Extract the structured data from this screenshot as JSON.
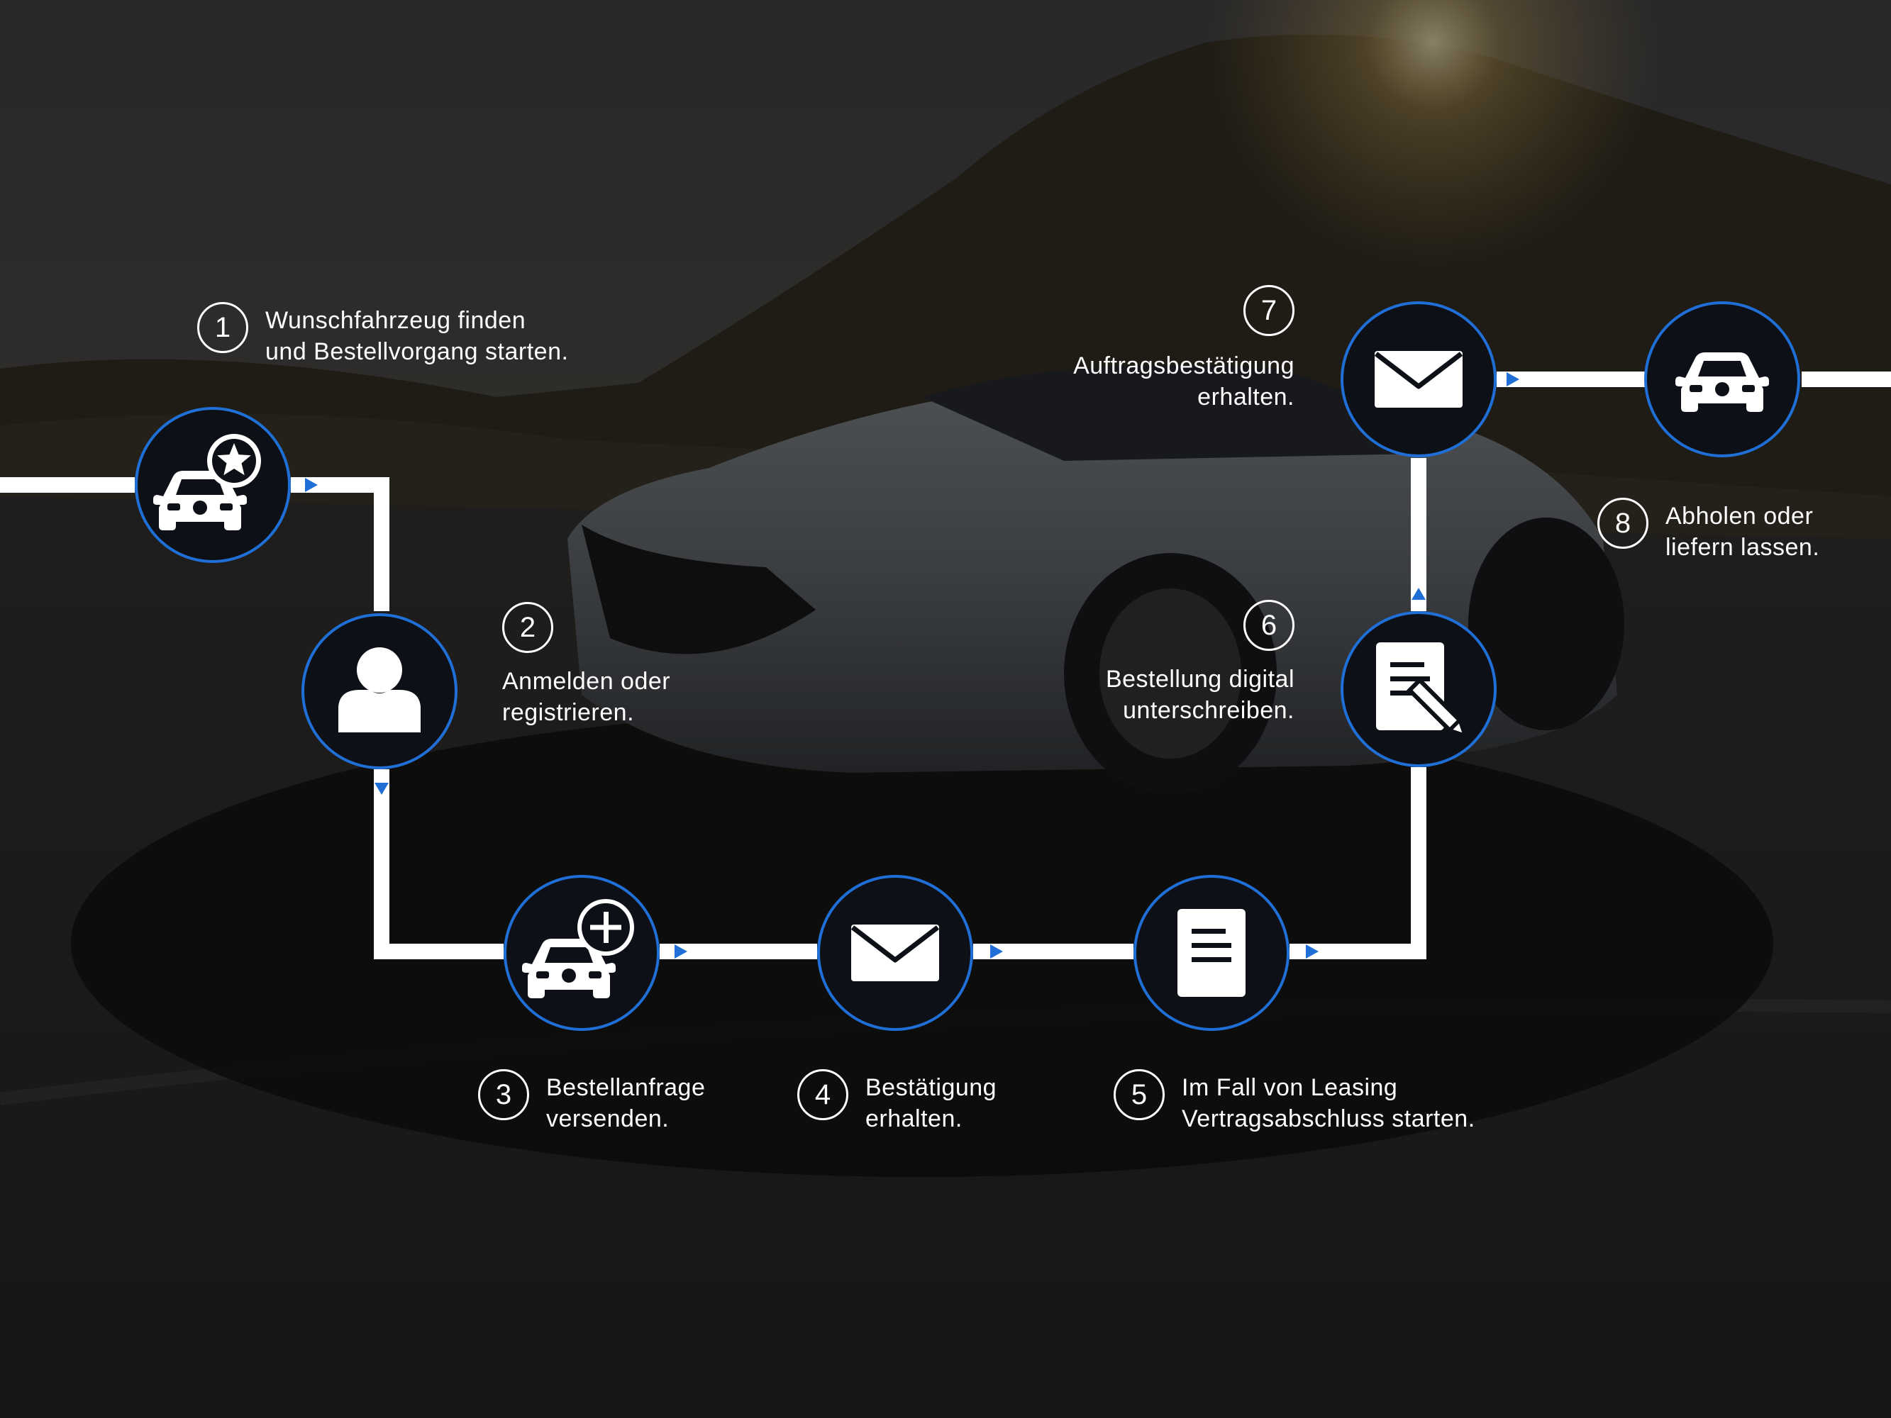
{
  "colors": {
    "line": "#ffffff",
    "accent_blue": "#1f6fd6",
    "node_fill": "#0d1117",
    "text": "#ffffff",
    "overlay": "#000000"
  },
  "background": {
    "description_icon": "car-photo-background"
  },
  "steps": [
    {
      "num": "1",
      "line1": "Wunschfahrzeug finden",
      "line2": "und Bestellvorgang starten.",
      "icon": "car-star-icon"
    },
    {
      "num": "2",
      "line1": "Anmelden oder",
      "line2": "registrieren.",
      "icon": "user-icon"
    },
    {
      "num": "3",
      "line1": "Bestellanfrage",
      "line2": "versenden.",
      "icon": "car-plus-icon"
    },
    {
      "num": "4",
      "line1": "Bestätigung",
      "line2": "erhalten.",
      "icon": "envelope-icon"
    },
    {
      "num": "5",
      "line1": "Im Fall von Leasing",
      "line2": "Vertragsabschluss starten.",
      "icon": "document-icon"
    },
    {
      "num": "6",
      "line1": "Bestellung digital",
      "line2": "unterschreiben.",
      "icon": "document-sign-icon"
    },
    {
      "num": "7",
      "line1": "Auftragsbestätigung",
      "line2": "erhalten.",
      "icon": "envelope-icon"
    },
    {
      "num": "8",
      "line1": "Abholen oder",
      "line2": "liefern lassen.",
      "icon": "car-icon"
    }
  ]
}
